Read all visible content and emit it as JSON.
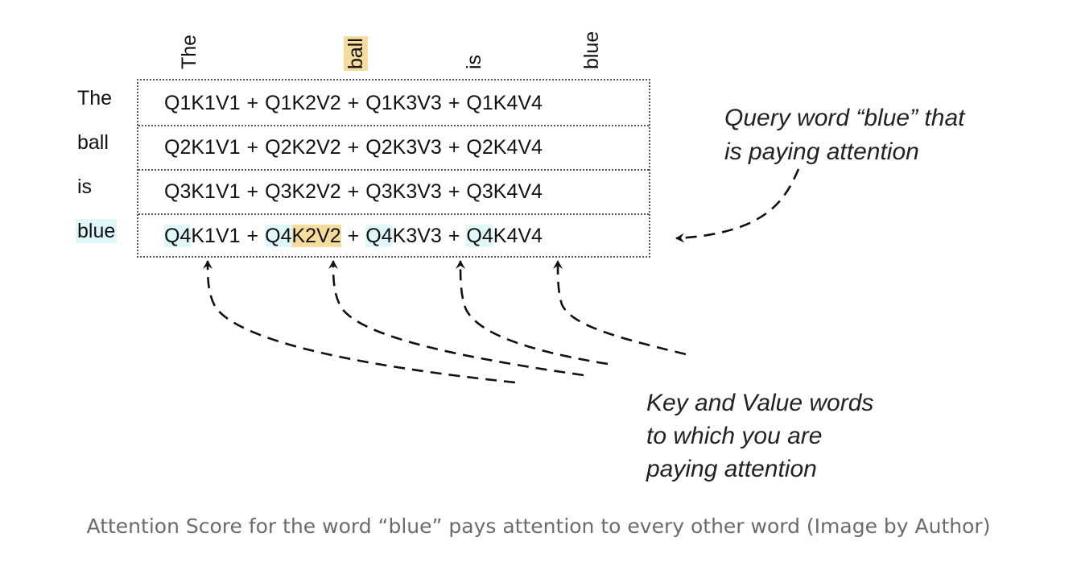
{
  "column_words": [
    {
      "text": "The",
      "highlight": "none"
    },
    {
      "text": "ball",
      "highlight": "orange"
    },
    {
      "text": "is",
      "highlight": "none"
    },
    {
      "text": "blue",
      "highlight": "none"
    }
  ],
  "row_words": [
    {
      "text": "The",
      "highlight": "none"
    },
    {
      "text": "ball",
      "highlight": "none"
    },
    {
      "text": "is",
      "highlight": "none"
    },
    {
      "text": "blue",
      "highlight": "cyan"
    }
  ],
  "matrix": {
    "plus": "+",
    "rows": [
      {
        "terms": [
          {
            "q": "Q1",
            "kv": "K1V1"
          },
          {
            "q": "Q1",
            "kv": "K2V2"
          },
          {
            "q": "Q1",
            "kv": "K3V3"
          },
          {
            "q": "Q1",
            "kv": "K4V4"
          }
        ]
      },
      {
        "terms": [
          {
            "q": "Q2",
            "kv": "K1V1"
          },
          {
            "q": "Q2",
            "kv": "K2V2"
          },
          {
            "q": "Q2",
            "kv": "K3V3"
          },
          {
            "q": "Q2",
            "kv": "K4V4"
          }
        ]
      },
      {
        "terms": [
          {
            "q": "Q3",
            "kv": "K1V1"
          },
          {
            "q": "Q3",
            "kv": "K2V2"
          },
          {
            "q": "Q3",
            "kv": "K3V3"
          },
          {
            "q": "Q3",
            "kv": "K4V4"
          }
        ]
      },
      {
        "terms": [
          {
            "q": "Q4",
            "kv": "K1V1"
          },
          {
            "q": "Q4",
            "kv": "K2V2"
          },
          {
            "q": "Q4",
            "kv": "K3V3"
          },
          {
            "q": "Q4",
            "kv": "K4V4"
          }
        ]
      }
    ],
    "highlighted_row": 3,
    "highlighted_kv_term": 1
  },
  "annotations": {
    "query": "Query word “blue” that\nis paying attention",
    "key_value": "Key and Value words\nto which you are\npaying attention"
  },
  "caption": "Attention Score for the word “blue” pays attention to every other word (Image by Author)",
  "colors": {
    "orange_highlight": "#f6dc9c",
    "cyan_highlight": "#dff7f9",
    "caption_text": "#6b6b6b",
    "arrow": "#111111"
  }
}
